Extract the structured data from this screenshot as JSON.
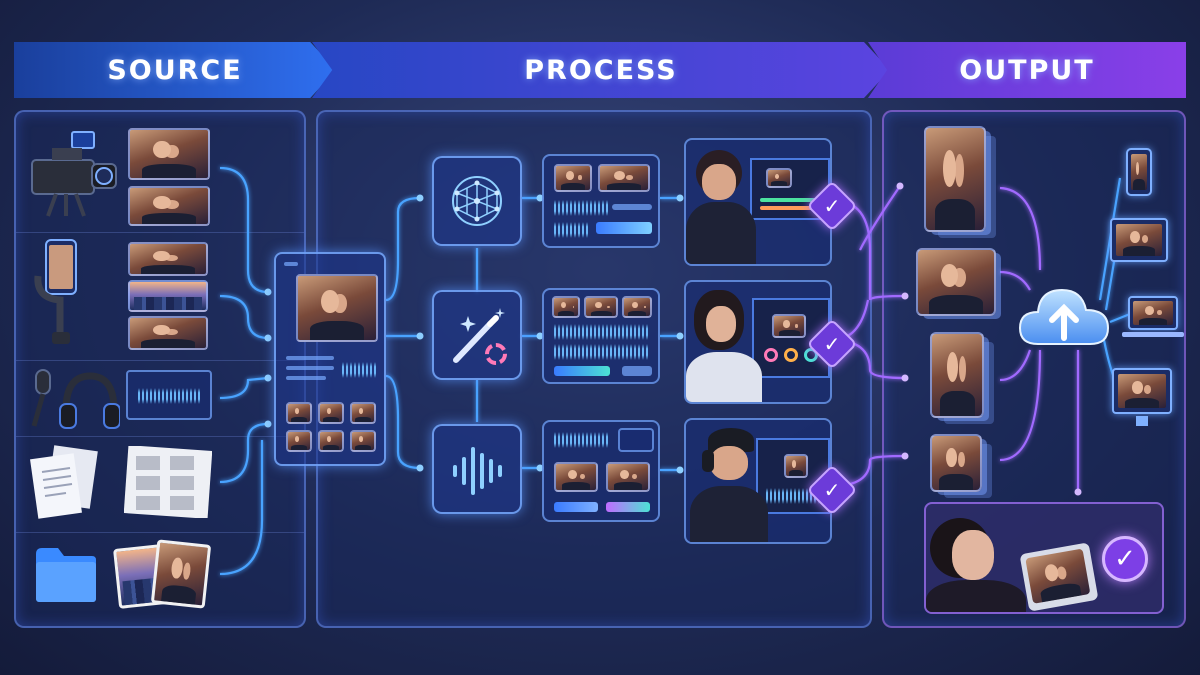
{
  "stages": {
    "source": "SOURCE",
    "process": "PROCESS",
    "output": "OUTPUT"
  },
  "icons": {
    "source": [
      "cinema-camera-icon",
      "smartphone-gimbal-icon",
      "microphone-headphones-icon",
      "documents-icon",
      "folder-icon"
    ],
    "process": [
      "neural-network-icon",
      "magic-wand-icon",
      "audio-waveform-icon"
    ],
    "output": [
      "cloud-upload-icon",
      "smartphone-icon",
      "tablet-icon",
      "laptop-icon",
      "monitor-icon"
    ]
  },
  "colors": {
    "source_banner": "#2f6ff0",
    "process_banner": "#5b44e0",
    "output_banner": "#8a3fe8",
    "connector_blue": "#4aa3ff",
    "connector_purple": "#a16bff",
    "check": "#6c3bd9"
  }
}
